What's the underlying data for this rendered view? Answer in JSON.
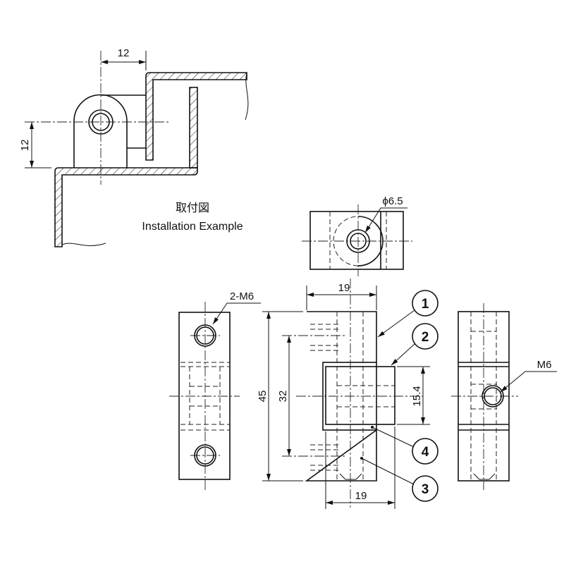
{
  "installation": {
    "title_jp": "取付図",
    "title_en": "Installation Example",
    "dim_horizontal": "12",
    "dim_vertical": "12"
  },
  "top_view": {
    "hole_label": "ϕ6.5"
  },
  "left_view": {
    "hole_label": "2-M6"
  },
  "front_view": {
    "width_top": "19",
    "height_total": "45",
    "hole_pitch": "32",
    "middle_height": "15.4",
    "width_bottom": "19"
  },
  "right_view": {
    "hole_label": "M6"
  },
  "balloons": [
    "1",
    "2",
    "3",
    "4"
  ]
}
